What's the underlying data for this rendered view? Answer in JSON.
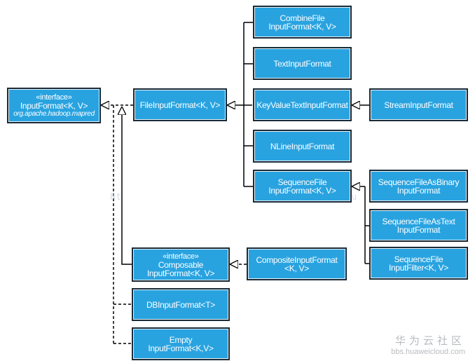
{
  "nodes": {
    "input_format": {
      "stereotype": "«interface»",
      "name": "InputFormat<K, V>",
      "package": "org.apache.hadoop.mapred"
    },
    "file_input_format": {
      "name": "FileInputFormat<K, V>"
    },
    "combine_file": {
      "line1": "CombineFile",
      "line2": "InputFormat<K, V>"
    },
    "text_input_format": {
      "name": "TextInputFormat"
    },
    "key_value_text": {
      "name": "KeyValueTextInputFormat"
    },
    "stream_input_format": {
      "name": "StreamInputFormat"
    },
    "nline_input_format": {
      "name": "NLineInputFormat"
    },
    "sequence_file": {
      "line1": "SequenceFile",
      "line2": "InputFormat<K, V>"
    },
    "seq_as_binary": {
      "line1": "SequenceFileAsBinary",
      "line2": "InputFormat"
    },
    "seq_as_text": {
      "line1": "SequenceFileAsText",
      "line2": "InputFormat"
    },
    "seq_input_filter": {
      "line1": "SequenceFile",
      "line2": "InputFilter<K, V>"
    },
    "composable": {
      "stereotype": "«interface»",
      "line1": "Composable",
      "line2": "InputFormat<K, V>"
    },
    "composite": {
      "line1": "CompositeInputFormat",
      "line2": "<K, V>"
    },
    "db_input_format": {
      "name": "DBInputFormat<T>"
    },
    "empty": {
      "line1": "Empty",
      "line2": "InputFormat<K,V>"
    }
  },
  "watermarks": {
    "left": "ht",
    "center": "dtribelchaoxiangfu"
  },
  "branding": {
    "name_cn": "华为云社区",
    "url": "bbs.huaweicloud.com"
  },
  "colors": {
    "box_fill": "#29a3e0",
    "box_border": "#1a2b38",
    "line": "#000000",
    "text": "#ffffff"
  }
}
